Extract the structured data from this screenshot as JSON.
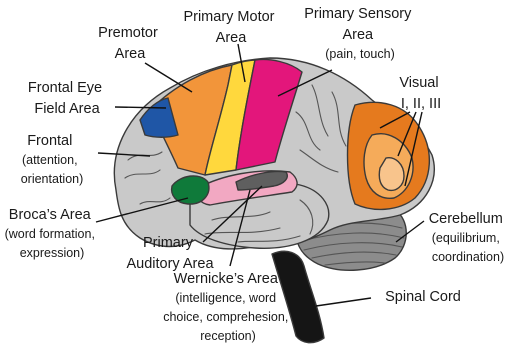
{
  "colors": {
    "background": "#ffffff",
    "cortex_gray": "#c9c9c9",
    "fold_line": "#555555",
    "premotor": "#f2953a",
    "primary_motor": "#ffd83d",
    "primary_sensory": "#e3167b",
    "frontal_eye_field": "#1f56a6",
    "broca": "#0f7a3a",
    "auditory": "#f2a8c2",
    "wernicke": "#5f5f5f",
    "visual_1": "#e57a1e",
    "visual_2": "#f5ab5a",
    "visual_3": "#f8c48c",
    "cerebellum": "#8c8c8c",
    "spinal_cord": "#151515",
    "label_text": "#1a1a1a"
  },
  "labels": {
    "premotor": [
      "Premotor",
      "Area"
    ],
    "primary_motor": [
      "Primary Motor",
      "Area"
    ],
    "primary_sensory": [
      "Primary Sensory",
      "Area",
      "(pain, touch)"
    ],
    "frontal_eye": [
      "Frontal Eye",
      "Field Area"
    ],
    "visual": [
      "Visual",
      "I, II, III"
    ],
    "frontal": [
      "Frontal",
      "(attention,",
      "orientation)"
    ],
    "broca": [
      "Broca’s Area",
      "(word formation,",
      "expression)"
    ],
    "cerebellum": [
      "Cerebellum",
      "(equilibrium,",
      "coordination)"
    ],
    "auditory": [
      "Primary",
      "Auditory Area"
    ],
    "spinal": [
      "Spinal Cord"
    ],
    "wernicke": [
      "Wernicke’s Area",
      "(intelligence, word",
      "choice, comprehesion,",
      "reception)"
    ]
  }
}
